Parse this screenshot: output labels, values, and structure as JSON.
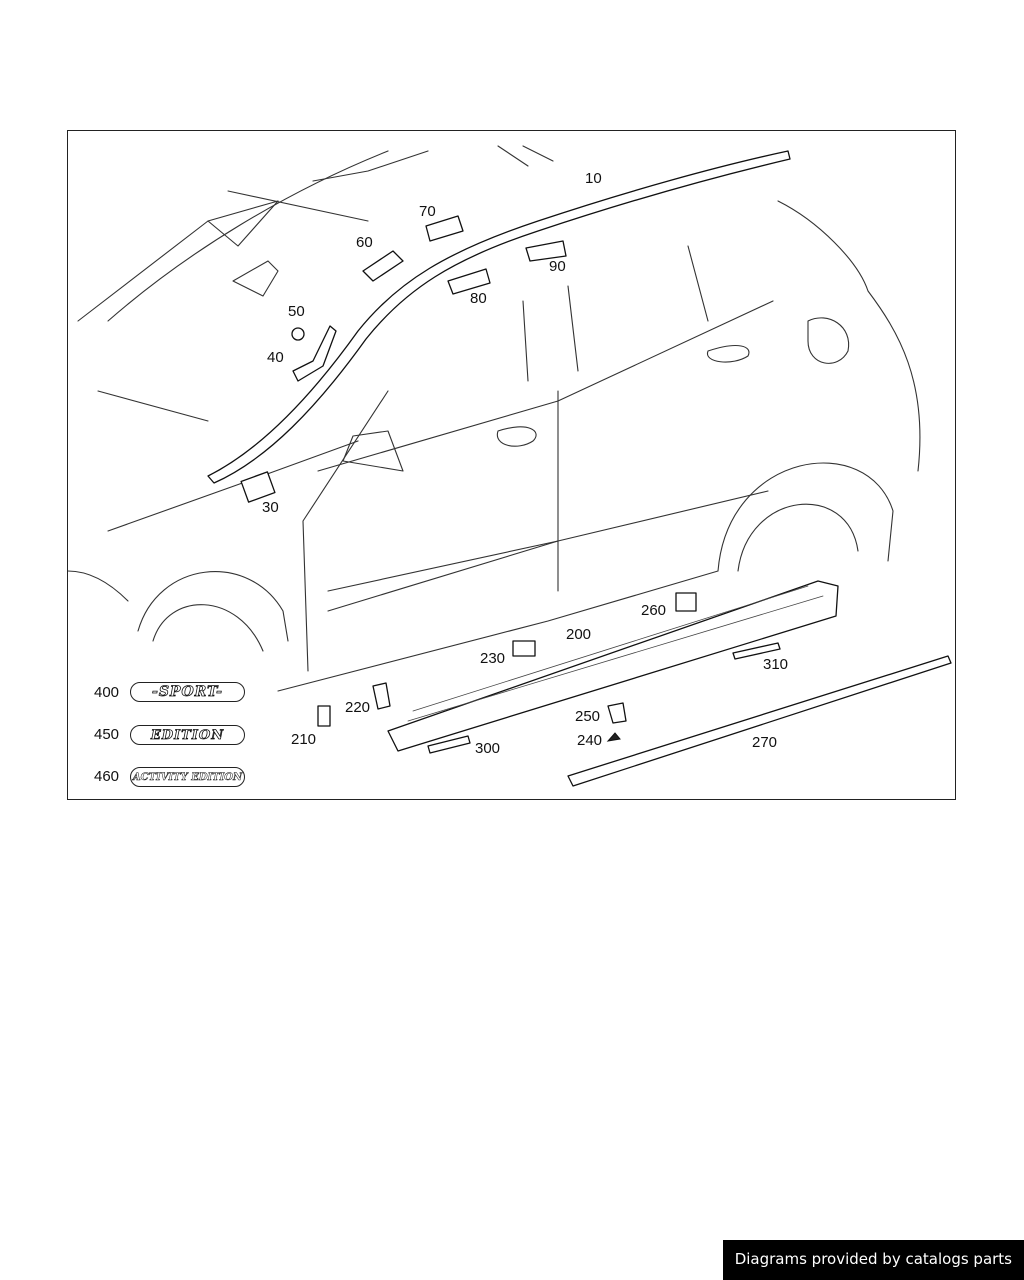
{
  "diagram": {
    "callouts": {
      "c10": "10",
      "c30": "30",
      "c40": "40",
      "c50": "50",
      "c60": "60",
      "c70": "70",
      "c80": "80",
      "c90": "90",
      "c200": "200",
      "c210": "210",
      "c220": "220",
      "c230": "230",
      "c240": "240",
      "c250": "250",
      "c260": "260",
      "c270": "270",
      "c300": "300",
      "c310": "310",
      "c400": "400",
      "c450": "450",
      "c460": "460"
    },
    "badges": {
      "sport": "-SPORT-",
      "edition": "EDITION",
      "activity_edition": "ACTIVITY EDITION"
    }
  },
  "footer": {
    "credit": "Diagrams provided by catalogs parts"
  }
}
